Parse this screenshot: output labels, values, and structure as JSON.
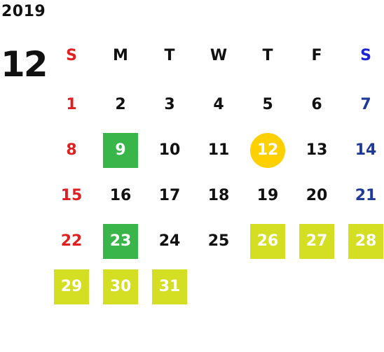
{
  "calendar": {
    "year": "2019",
    "month": "12",
    "colors": {
      "sunday": "#e02020",
      "saturday_header": "#1a24d6",
      "saturday": "#1e3a9a",
      "weekday": "#111111",
      "holiday_green": "#3ab54a",
      "highlight_yellow": "#d4de22",
      "today_gold": "#ffd000"
    },
    "weekdays": [
      {
        "label": "S",
        "color": "#e02020"
      },
      {
        "label": "M",
        "color": "#111111"
      },
      {
        "label": "T",
        "color": "#111111"
      },
      {
        "label": "W",
        "color": "#111111"
      },
      {
        "label": "T",
        "color": "#111111"
      },
      {
        "label": "F",
        "color": "#111111"
      },
      {
        "label": "S",
        "color": "#1a24d6"
      }
    ],
    "days": [
      {
        "label": "1",
        "col": 0,
        "row": 0,
        "style": "sun"
      },
      {
        "label": "2",
        "col": 1,
        "row": 0,
        "style": ""
      },
      {
        "label": "3",
        "col": 2,
        "row": 0,
        "style": ""
      },
      {
        "label": "4",
        "col": 3,
        "row": 0,
        "style": ""
      },
      {
        "label": "5",
        "col": 4,
        "row": 0,
        "style": ""
      },
      {
        "label": "6",
        "col": 5,
        "row": 0,
        "style": ""
      },
      {
        "label": "7",
        "col": 6,
        "row": 0,
        "style": "sat"
      },
      {
        "label": "8",
        "col": 0,
        "row": 1,
        "style": "sun"
      },
      {
        "label": "9",
        "col": 1,
        "row": 1,
        "style": "box-green"
      },
      {
        "label": "10",
        "col": 2,
        "row": 1,
        "style": ""
      },
      {
        "label": "11",
        "col": 3,
        "row": 1,
        "style": ""
      },
      {
        "label": "12",
        "col": 4,
        "row": 1,
        "style": "circle-gold"
      },
      {
        "label": "13",
        "col": 5,
        "row": 1,
        "style": ""
      },
      {
        "label": "14",
        "col": 6,
        "row": 1,
        "style": "sat"
      },
      {
        "label": "15",
        "col": 0,
        "row": 2,
        "style": "sun"
      },
      {
        "label": "16",
        "col": 1,
        "row": 2,
        "style": ""
      },
      {
        "label": "17",
        "col": 2,
        "row": 2,
        "style": ""
      },
      {
        "label": "18",
        "col": 3,
        "row": 2,
        "style": ""
      },
      {
        "label": "19",
        "col": 4,
        "row": 2,
        "style": ""
      },
      {
        "label": "20",
        "col": 5,
        "row": 2,
        "style": ""
      },
      {
        "label": "21",
        "col": 6,
        "row": 2,
        "style": "sat"
      },
      {
        "label": "22",
        "col": 0,
        "row": 3,
        "style": "sun"
      },
      {
        "label": "23",
        "col": 1,
        "row": 3,
        "style": "box-green"
      },
      {
        "label": "24",
        "col": 2,
        "row": 3,
        "style": ""
      },
      {
        "label": "25",
        "col": 3,
        "row": 3,
        "style": ""
      },
      {
        "label": "26",
        "col": 4,
        "row": 3,
        "style": "box-yellow"
      },
      {
        "label": "27",
        "col": 5,
        "row": 3,
        "style": "box-yellow"
      },
      {
        "label": "28",
        "col": 6,
        "row": 3,
        "style": "box-yellow"
      },
      {
        "label": "29",
        "col": 0,
        "row": 4,
        "style": "box-yellow"
      },
      {
        "label": "30",
        "col": 1,
        "row": 4,
        "style": "box-yellow"
      },
      {
        "label": "31",
        "col": 2,
        "row": 4,
        "style": "box-yellow"
      }
    ]
  }
}
